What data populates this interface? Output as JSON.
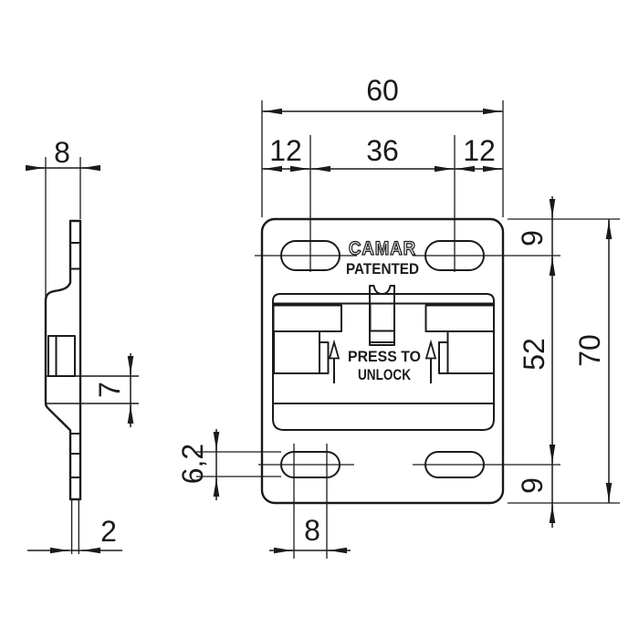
{
  "drawing": {
    "brand_logo": "CAMAR",
    "patented_label": "PATENTED",
    "instruction": {
      "line1": "PRESS TO",
      "line2": "UNLOCK"
    },
    "dimensions": {
      "total_width": "60",
      "left_slot_offset": "12",
      "slot_center_spacing": "36",
      "right_slot_offset": "12",
      "profile_depth": "8",
      "latch_drop": "7",
      "material_thickness": "2",
      "slot_height": "6,2",
      "slot_arc_spacing": "8",
      "top_edge_to_slot": "9",
      "slot_row_spacing": "52",
      "total_height": "70",
      "bottom_edge_to_slot": "9"
    },
    "colors": {
      "line": "#1a1a1a",
      "plate_fill": "#eaeaea",
      "pad_fill": "#a8a8a8",
      "background": "#ffffff"
    }
  }
}
